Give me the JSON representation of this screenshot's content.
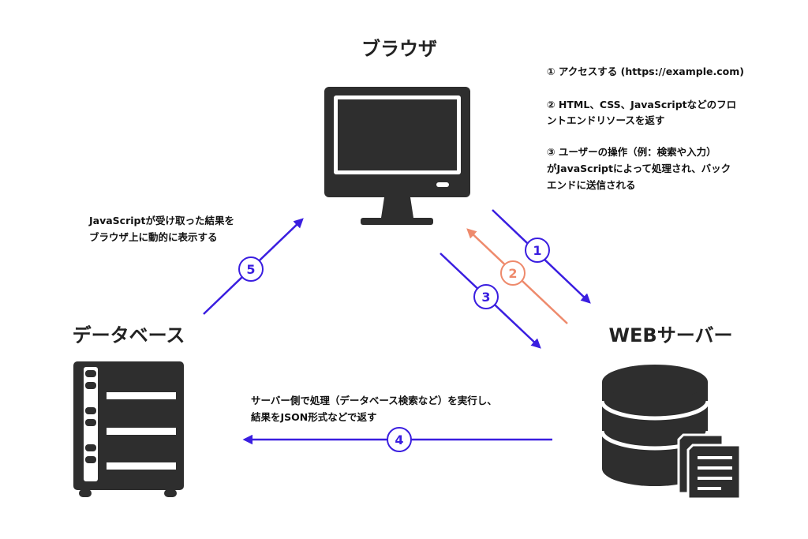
{
  "colors": {
    "ink": "#2e2e2e",
    "blue": "#3a1ee0",
    "orange": "#ee8a6c"
  },
  "nodes": {
    "browser": {
      "title": "ブラウザ",
      "icon": "monitor-icon"
    },
    "server": {
      "title": "WEBサーバー",
      "icon": "database-server-icon"
    },
    "database": {
      "title": "データベース",
      "icon": "server-rack-icon"
    }
  },
  "steps": [
    {
      "badge": "1",
      "color": "blue",
      "lines": [
        "① アクセスする (https://example.com)"
      ]
    },
    {
      "badge": "2",
      "color": "orange",
      "lines": [
        "② HTML、CSS、JavaScriptなどのフロ",
        "ントエンドリソースを返す"
      ]
    },
    {
      "badge": "3",
      "color": "blue",
      "lines": [
        "③ ユーザーの操作（例：検索や入力）",
        "がJavaScriptによって処理され、バック",
        "エンドに送信される"
      ]
    },
    {
      "badge": "4",
      "color": "blue",
      "lines": [
        "サーバー側で処理（データベース検索など）を実行し、",
        "結果をJSON形式などで返す"
      ]
    },
    {
      "badge": "5",
      "color": "blue",
      "lines": [
        "JavaScriptが受け取った結果を",
        "ブラウザ上に動的に表示する"
      ]
    }
  ]
}
